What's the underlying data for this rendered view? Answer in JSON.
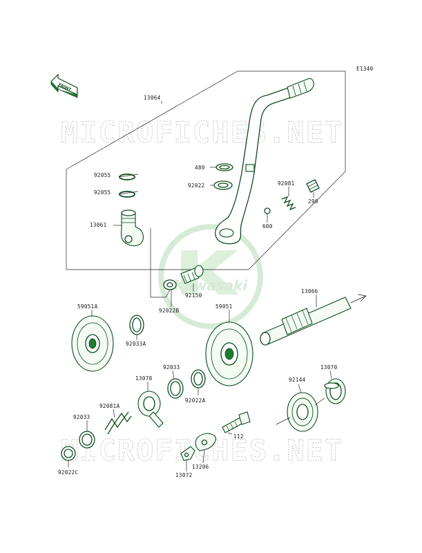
{
  "diagram_code": "E1340",
  "direction_label": "FRONT",
  "watermark": "MICROFICHES.NET",
  "logo_text": "Kawasaki",
  "parts": [
    {
      "id": "p13064",
      "number": "13064"
    },
    {
      "id": "p480",
      "number": "480"
    },
    {
      "id": "p92022",
      "number": "92022"
    },
    {
      "id": "p92081",
      "number": "92081"
    },
    {
      "id": "p290",
      "number": "290"
    },
    {
      "id": "p600",
      "number": "600"
    },
    {
      "id": "p92055a",
      "number": "92055"
    },
    {
      "id": "p92055b",
      "number": "92055"
    },
    {
      "id": "p13061",
      "number": "13061"
    },
    {
      "id": "p92150",
      "number": "92150"
    },
    {
      "id": "p92022b",
      "number": "92022B"
    },
    {
      "id": "p59051a",
      "number": "59051A"
    },
    {
      "id": "p92033a",
      "number": "92033A"
    },
    {
      "id": "p59051",
      "number": "59051"
    },
    {
      "id": "p13066",
      "number": "13066"
    },
    {
      "id": "p92033",
      "number": "92033"
    },
    {
      "id": "p13078",
      "number": "13078"
    },
    {
      "id": "p92022a",
      "number": "92022A"
    },
    {
      "id": "p13070",
      "number": "13070"
    },
    {
      "id": "p92144",
      "number": "92144"
    },
    {
      "id": "p92081a",
      "number": "92081A"
    },
    {
      "id": "p92033b",
      "number": "92033"
    },
    {
      "id": "p112",
      "number": "112"
    },
    {
      "id": "p92022c",
      "number": "92022C"
    },
    {
      "id": "p13206",
      "number": "13206"
    },
    {
      "id": "p13072",
      "number": "13072"
    }
  ]
}
